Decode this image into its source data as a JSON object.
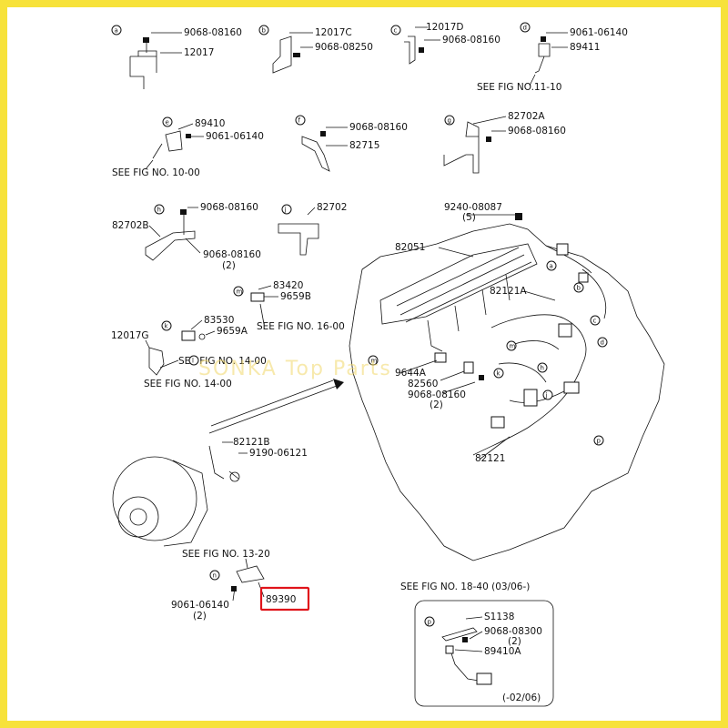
{
  "accent_color": "#f7e23a",
  "highlight_color": "#e0141b",
  "watermark": "SONKA Top Parts",
  "labels": {
    "a1": "9068-08160",
    "a2": "12017",
    "b1": "12017C",
    "b2": "9068-08250",
    "c1": "12017D",
    "c2": "9068-08160",
    "d1": "9061-06140",
    "d2": "89411",
    "d_see": "SEE FIG NO.11-10",
    "e1": "89410",
    "e2": "9061-06140",
    "e_see": "SEE FIG NO. 10-00",
    "f1": "9068-08160",
    "f2": "82715",
    "g1": "82702A",
    "g2": "9068-08160",
    "h1": "9068-08160",
    "h2": "82702B",
    "h3": "9068-08160",
    "h3q": "(2)",
    "j1": "82702",
    "m1": "83420",
    "m2": "9659B",
    "m_see": "SEE FIG NO. 16-00",
    "k1": "83530",
    "k2": "9659A",
    "k_see": "SEE FIG NO. 14-00",
    "l1": "12017G",
    "l_see": "SEE FIG NO. 14-00",
    "e9240": "9240-08087",
    "e9240q": "(5)",
    "e82051": "82051",
    "e82121A": "82121A",
    "e9644": "9644A",
    "e82560": "82560",
    "e9068": "9068-08160",
    "e9068q": "(2)",
    "e82121": "82121",
    "alt1": "82121B",
    "alt2": "9190-06121",
    "n_see": "SEE FIG NO.  13-20",
    "n1": "9061-06140",
    "n1q": "(2)",
    "n_hl": "89390",
    "p_see": "SEE FIG NO. 18-40 (03/06-)",
    "p1": "S1138",
    "p2": "9068-08300",
    "p2q": "(2)",
    "p3": "89410A",
    "p_date": "(-02/06)"
  },
  "callouts": [
    "a",
    "b",
    "c",
    "d",
    "e",
    "f",
    "g",
    "h",
    "j",
    "m",
    "k",
    "l",
    "n",
    "p"
  ]
}
